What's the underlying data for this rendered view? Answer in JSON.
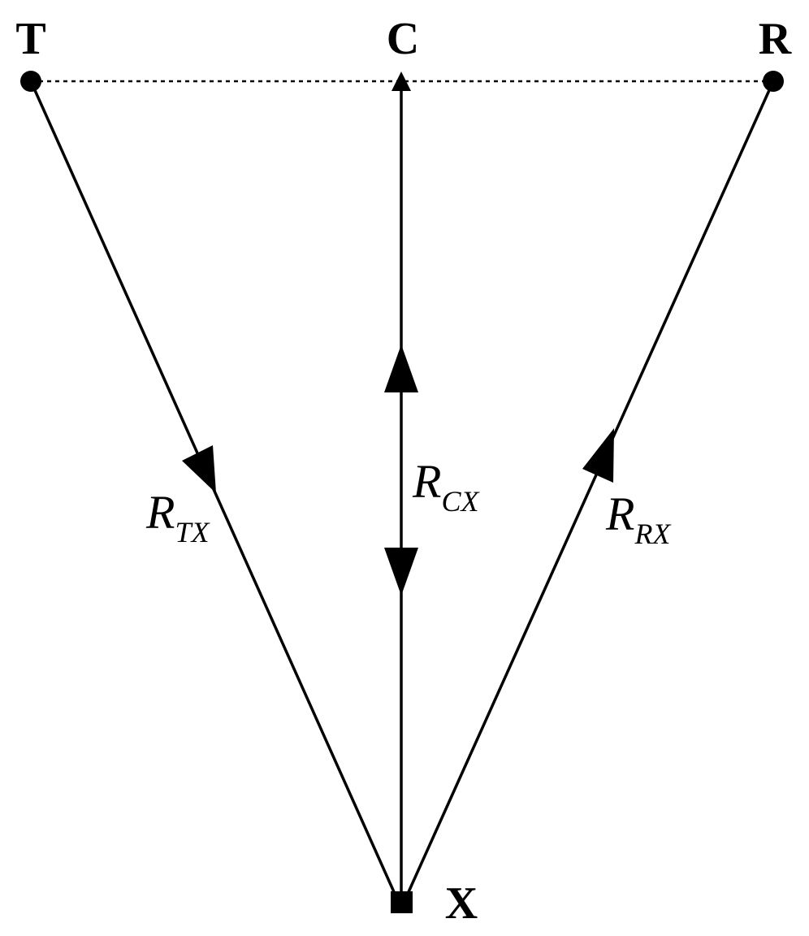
{
  "nodes": {
    "T": {
      "label": "T",
      "shape": "circle"
    },
    "C": {
      "label": "C",
      "shape": "none"
    },
    "R": {
      "label": "R",
      "shape": "circle"
    },
    "X": {
      "label": "X",
      "shape": "square"
    }
  },
  "edges": {
    "tx": {
      "main": "R",
      "sub": "TX",
      "from": "T",
      "to": "X",
      "arrow": "forward"
    },
    "cx": {
      "main": "R",
      "sub": "CX",
      "from": "C",
      "to": "X",
      "arrow": "bidirectional"
    },
    "rx": {
      "main": "R",
      "sub": "RX",
      "from": "X",
      "to": "R",
      "arrow": "forward"
    },
    "baseline": {
      "from": "T",
      "to": "R",
      "style": "dotted"
    }
  },
  "colors": {
    "stroke": "#000000",
    "background": "#ffffff"
  }
}
